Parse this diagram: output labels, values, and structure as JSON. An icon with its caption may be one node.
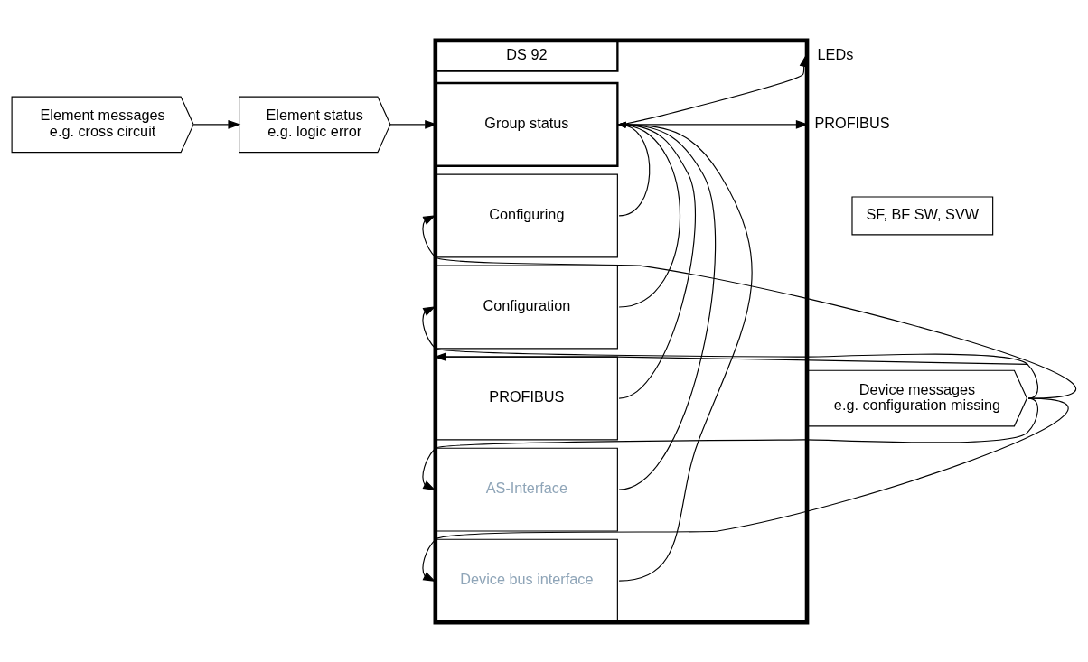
{
  "diagram": {
    "nodes": [
      {
        "text": [
          "Element messages",
          "e.g. cross circuit"
        ]
      },
      {
        "text": [
          "Element status",
          "e.g. logic error"
        ]
      },
      {
        "text": [
          "Device messages",
          "e.g. configuration missing"
        ]
      },
      {
        "text": [],
        "shape": "box"
      },
      {
        "text": [
          "DS 92"
        ],
        "in": 3
      },
      {
        "text": [
          "Group status"
        ],
        "in": 3
      },
      {
        "text": [
          "Configuring"
        ],
        "in": 3
      },
      {
        "text": [
          "Configuration"
        ],
        "in": 3
      },
      {
        "text": [
          "PROFIBUS"
        ],
        "in": 3
      },
      {
        "text": [
          "AS-Interface"
        ],
        "in": 3
      },
      {
        "text": [
          "Device bus interface"
        ],
        "in": 3
      },
      {
        "text": [
          "SF, BF SW, SVW"
        ]
      },
      {
        "text": [
          "LEDs"
        ]
      },
      {
        "text": [
          "PROFIBUS"
        ]
      }
    ],
    "edges": [
      {
        "from": 0,
        "to": 1,
        "arrow": "to"
      },
      {
        "from": 1,
        "to": 5,
        "arrow": "to"
      },
      {
        "from": 2,
        "to": 6,
        "arrow": "to"
      },
      {
        "from": 2,
        "to": 7,
        "arrow": "to"
      },
      {
        "from": 2,
        "to": 8,
        "arrow": "to"
      },
      {
        "from": 2,
        "to": 9,
        "arrow": "to"
      },
      {
        "from": 2,
        "to": 10,
        "arrow": "to"
      },
      {
        "from": 6,
        "to": 5,
        "arrow": "to"
      },
      {
        "from": 7,
        "to": 5,
        "arrow": "to"
      },
      {
        "from": 8,
        "to": 5,
        "arrow": "to"
      },
      {
        "from": 9,
        "to": 5,
        "arrow": "to"
      },
      {
        "from": 10,
        "to": 5,
        "arrow": "to"
      },
      {
        "from": 5,
        "to": 12,
        "arrow": "to"
      },
      {
        "from": 5,
        "to": 13,
        "arrow": "to"
      }
    ]
  }
}
